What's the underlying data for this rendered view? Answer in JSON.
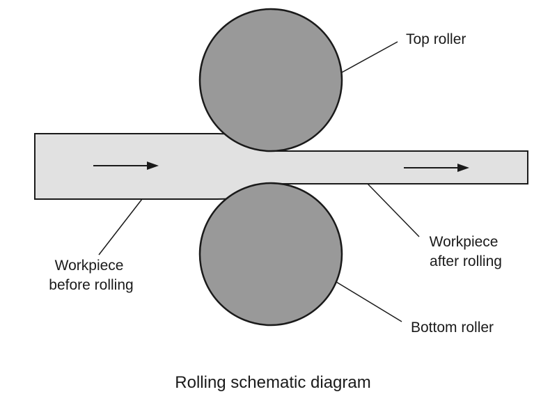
{
  "diagram": {
    "caption": "Rolling schematic diagram",
    "labels": {
      "top_roller": "Top roller",
      "bottom_roller": "Bottom roller",
      "workpiece_before": [
        "Workpiece",
        "before rolling"
      ],
      "workpiece_after": [
        "Workpiece",
        "after rolling"
      ]
    },
    "colors": {
      "roller_fill": "#999999",
      "workpiece_fill": "#e1e1e1",
      "stroke": "#1a1a1a"
    }
  }
}
